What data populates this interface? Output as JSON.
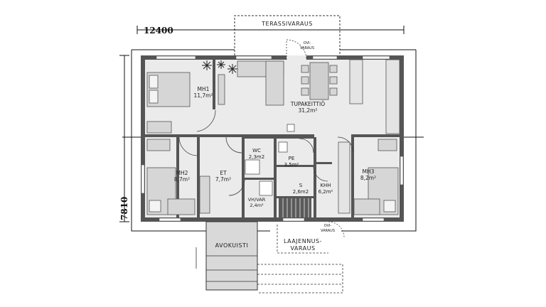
{
  "dimensions": {
    "width_label": "12400",
    "height_label": "7810"
  },
  "rooms": {
    "mh1": {
      "name": "MH1",
      "area": "11,7m²"
    },
    "tupakeittio": {
      "name": "TUPAKEITTIÖ",
      "area": "31,2m²"
    },
    "wc": {
      "name": "WC",
      "area": "2,3m2"
    },
    "pe": {
      "name": "PE",
      "area": "3,5m²"
    },
    "mh2": {
      "name": "MH2",
      "area": "8,7m²"
    },
    "et": {
      "name": "ET",
      "area": "7,7m²"
    },
    "vhvar": {
      "name": "VH/VAR",
      "area": "2,4m²"
    },
    "s": {
      "name": "S",
      "area": "2,6m2"
    },
    "khh": {
      "name": "KHH",
      "area": "6,2m²"
    },
    "mh3": {
      "name": "MH3",
      "area": "8,2m²"
    }
  },
  "annotations": {
    "terassivaraus": "TERASSIVARAUS",
    "ovivaraus_top": [
      "OVI-",
      "VARAUS"
    ],
    "ovivaraus_bottom": [
      "OVI-",
      "VARAUS"
    ],
    "avokuisti": "AVOKUISTI",
    "laajennusvaraus": [
      "LAAJENNUS-",
      "VARAUS"
    ]
  },
  "colors": {
    "wall": "#555555",
    "floor": "#ebebeb",
    "outline": "#1a1a1a",
    "furniture": "#d4d4d4"
  }
}
